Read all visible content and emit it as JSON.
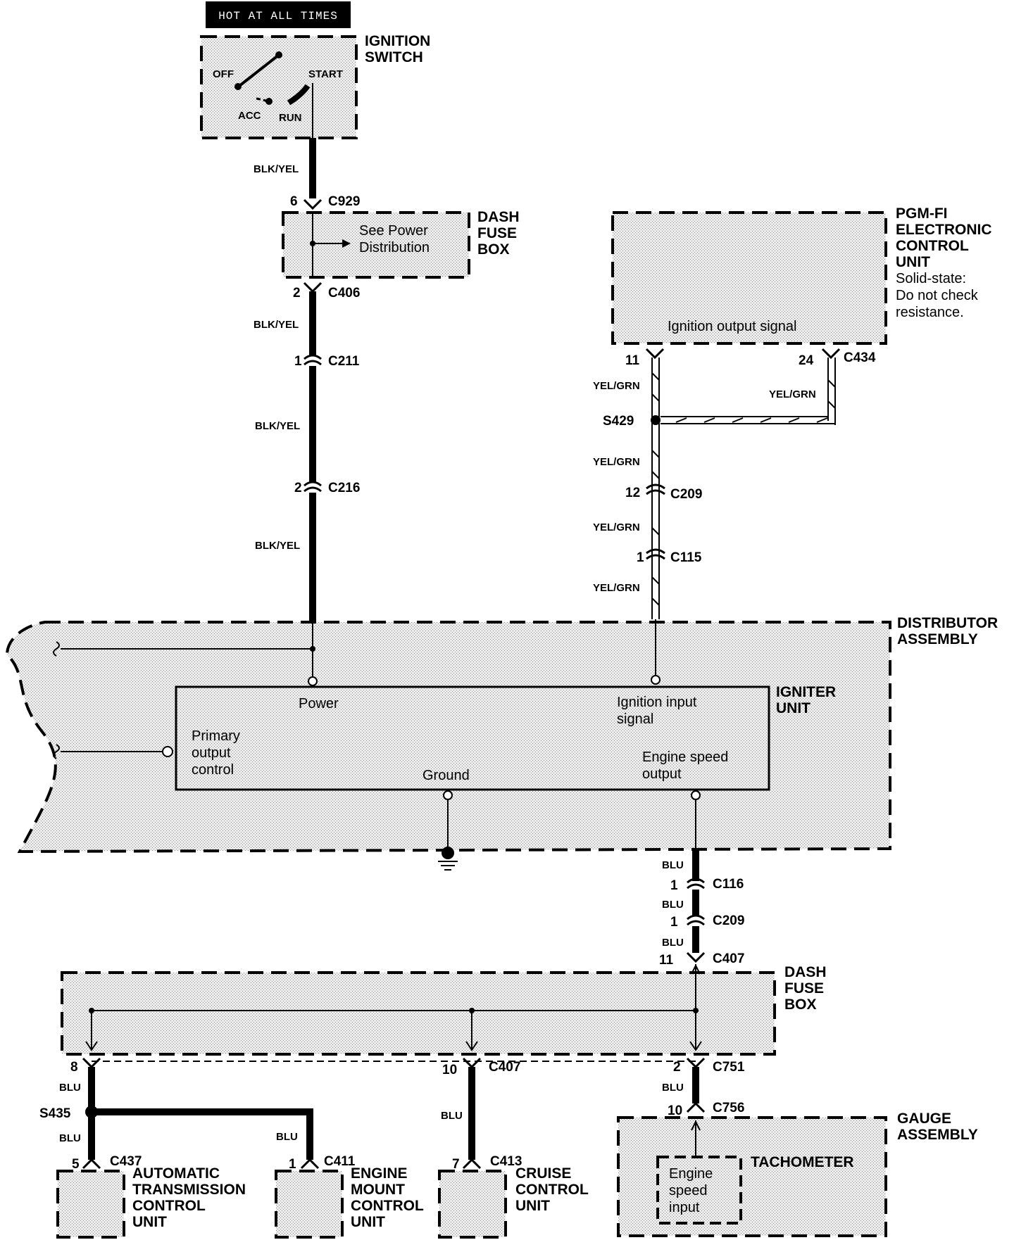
{
  "banner": "HOT AT ALL TIMES",
  "ignition_switch": {
    "label_line1": "IGNITION",
    "label_line2": "SWITCH",
    "positions": {
      "off": "OFF",
      "acc": "ACC",
      "run": "RUN",
      "start": "START"
    }
  },
  "dash_fuse_box_top": {
    "label_line1": "DASH",
    "label_line2": "FUSE",
    "label_line3": "BOX",
    "note_line1": "See Power",
    "note_line2": "Distribution"
  },
  "pgm_fi": {
    "label_line1": "PGM-FI",
    "label_line2": "ELECTRONIC",
    "label_line3": "CONTROL",
    "label_line4": "UNIT",
    "note_line1": "Solid-state:",
    "note_line2": "Do not check",
    "note_line3": "resistance.",
    "signal": "Ignition output signal"
  },
  "distributor": {
    "label_line1": "DISTRIBUTOR",
    "label_line2": "ASSEMBLY"
  },
  "igniter": {
    "label_line1": "IGNITER",
    "label_line2": "UNIT",
    "power": "Power",
    "ignition_input_line1": "Ignition input",
    "ignition_input_line2": "signal",
    "primary_line1": "Primary",
    "primary_line2": "output",
    "primary_line3": "control",
    "ground": "Ground",
    "engine_speed_line1": "Engine speed",
    "engine_speed_line2": "output"
  },
  "dash_fuse_box_bottom": {
    "label_line1": "DASH",
    "label_line2": "FUSE",
    "label_line3": "BOX"
  },
  "gauge": {
    "label_line1": "GAUGE",
    "label_line2": "ASSEMBLY",
    "tachometer": "TACHOMETER",
    "input_line1": "Engine",
    "input_line2": "speed",
    "input_line3": "input"
  },
  "atcu": {
    "line1": "AUTOMATIC",
    "line2": "TRANSMISSION",
    "line3": "CONTROL",
    "line4": "UNIT"
  },
  "emcu": {
    "line1": "ENGINE",
    "line2": "MOUNT",
    "line3": "CONTROL",
    "line4": "UNIT"
  },
  "ccu": {
    "line1": "CRUISE",
    "line2": "CONTROL",
    "line3": "UNIT"
  },
  "wires": {
    "blk_yel": "BLK/YEL",
    "yel_grn": "YEL/GRN",
    "blu": "BLU"
  },
  "connectors": {
    "c929": {
      "pin": "6",
      "name": "C929"
    },
    "c406": {
      "pin": "2",
      "name": "C406"
    },
    "c211": {
      "pin": "1",
      "name": "C211"
    },
    "c216": {
      "pin": "2",
      "name": "C216"
    },
    "c434_11": {
      "pin": "11"
    },
    "c434_24": {
      "pin": "24",
      "name": "C434"
    },
    "s429": "S429",
    "c209_top": {
      "pin": "12",
      "name": "C209"
    },
    "c115": {
      "pin": "1",
      "name": "C115"
    },
    "c116": {
      "pin": "1",
      "name": "C116"
    },
    "c209_bot": {
      "pin": "1",
      "name": "C209"
    },
    "c407_top": {
      "pin": "11",
      "name": "C407"
    },
    "c407_8": {
      "pin": "8"
    },
    "c407_10": {
      "pin": "10",
      "name": "C407"
    },
    "c751": {
      "pin": "2",
      "name": "C751"
    },
    "c756": {
      "pin": "10",
      "name": "C756"
    },
    "s435": "S435",
    "c437": {
      "pin": "5",
      "name": "C437"
    },
    "c411": {
      "pin": "1",
      "name": "C411"
    },
    "c413": {
      "pin": "7",
      "name": "C413"
    }
  }
}
